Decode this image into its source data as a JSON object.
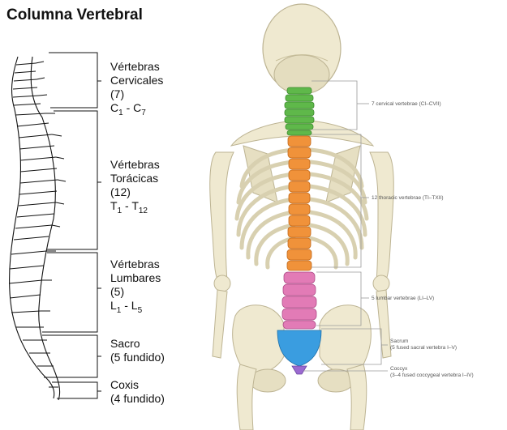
{
  "title": "Columna Vertebral",
  "left_labels": {
    "cervical": {
      "line1": "Vértebras",
      "line2": "Cervicales",
      "count": "(7)",
      "range_a": "C",
      "sub_a": "1",
      "range_sep": " - C",
      "sub_b": "7"
    },
    "thoracic": {
      "line1": "Vértebras",
      "line2": "Torácicas",
      "count": "(12)",
      "range_a": "T",
      "sub_a": "1",
      "range_sep": " - T",
      "sub_b": "12"
    },
    "lumbar": {
      "line1": "Vértebras",
      "line2": "Lumbares",
      "count": "(5)",
      "range_a": "L",
      "sub_a": "1",
      "range_sep": " - L",
      "sub_b": "5"
    },
    "sacrum": {
      "line1": "Sacro",
      "line2": "(5 fundido)"
    },
    "coccyx": {
      "line1": "Coxis",
      "line2": "(4 fundido)"
    }
  },
  "right_labels": {
    "cervical": "7 cervical vertebrae (CI–CVII)",
    "thoracic": "12 thoracic vertebrae (TI–TXII)",
    "lumbar": "5 lumbar vertebrae (LI–LV)",
    "sacrum_1": "Sacrum",
    "sacrum_2": "(5 fused sacral vertebra I–V)",
    "coccyx_1": "Coccyx",
    "coccyx_2": "(3–4 fused coccygeal vertebra I–IV)"
  },
  "colors": {
    "cervical": "#5fb84a",
    "thoracic": "#f0923a",
    "lumbar": "#e27bb6",
    "sacrum": "#3a9de0",
    "coccyx": "#9b6ad0",
    "bone": "#efe9d0",
    "bone_shade": "#cfc7a6"
  }
}
